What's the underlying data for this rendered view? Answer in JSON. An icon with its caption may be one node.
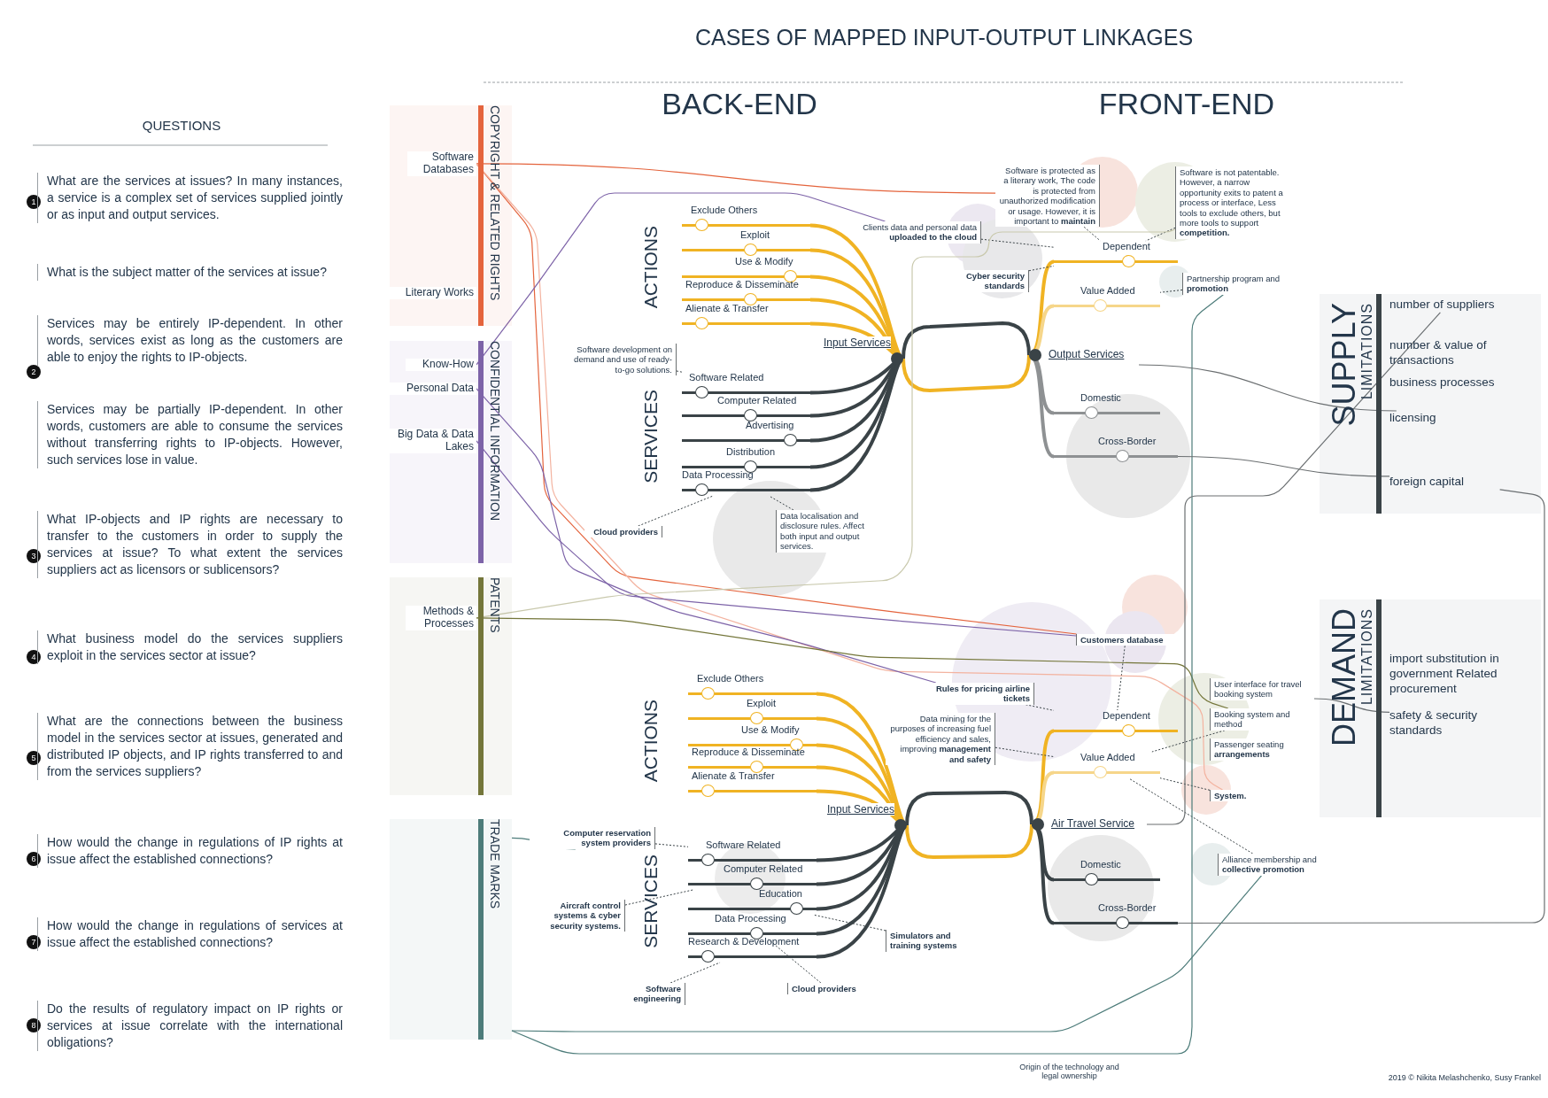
{
  "diagram": {
    "title": "CASES OF MAPPED INPUT-OUTPUT LINKAGES",
    "nodes": [
      {
        "text": [
          "COPYRIGHT & RELATED RIGHTS"
        ]
      },
      {
        "text": [
          "Software Databases"
        ],
        "in": 0
      },
      {
        "text": [
          "Literary Works"
        ],
        "in": 0
      },
      {
        "text": [
          "CONFIDENTIAL INFORMATION"
        ]
      },
      {
        "text": [
          "Know-How"
        ],
        "in": 3
      },
      {
        "text": [
          "Personal Data"
        ],
        "in": 3
      },
      {
        "text": [
          "Big Data & Data Lakes"
        ],
        "in": 3
      },
      {
        "text": [
          "PATENTS"
        ]
      },
      {
        "text": [
          "Methods & Processes"
        ],
        "in": 7
      },
      {
        "text": [
          "TRADE MARKS"
        ]
      },
      {
        "text": [
          "Exclude Others"
        ]
      },
      {
        "text": [
          "Exploit"
        ]
      },
      {
        "text": [
          "Use & Modify"
        ]
      },
      {
        "text": [
          "Reproduce & Disseminate"
        ]
      },
      {
        "text": [
          "Alienate & Transfer"
        ]
      },
      {
        "text": [
          "Software Related"
        ]
      },
      {
        "text": [
          "Computer Related"
        ]
      },
      {
        "text": [
          "Advertising"
        ]
      },
      {
        "text": [
          "Distribution"
        ]
      },
      {
        "text": [
          "Data Processing"
        ]
      },
      {
        "text": [
          "Input Services"
        ]
      },
      {
        "text": [
          "Output Services"
        ]
      },
      {
        "text": [
          "Dependent"
        ]
      },
      {
        "text": [
          "Value Added"
        ]
      },
      {
        "text": [
          "Domestic"
        ]
      },
      {
        "text": [
          "Cross-Border"
        ]
      },
      {
        "text": [
          "Software is protected as a literary work, The code is protected from unauthorized modification or usage. However, it is important to **maintain**"
        ]
      },
      {
        "text": [
          "Software is not patentable. However, a narrow opportunity exits to patent a process or interface, Less tools to exclude others, but more tools to support **competition.**"
        ]
      },
      {
        "text": [
          "Clients  data and personal data **uploaded to the cloud**"
        ]
      },
      {
        "text": [
          "Cyber security standards"
        ]
      },
      {
        "text": [
          "Partnership program and **promotion**"
        ]
      },
      {
        "text": [
          "Software development on demand and use of ready-to-go solutions."
        ]
      },
      {
        "text": [
          "Cloud providers"
        ]
      },
      {
        "text": [
          "Data localisation and disclosure rules. Affect both input and output services."
        ]
      },
      {
        "text": [
          "Exclude Others"
        ]
      },
      {
        "text": [
          "Exploit"
        ]
      },
      {
        "text": [
          "Use & Modify"
        ]
      },
      {
        "text": [
          "Reproduce & Disseminate"
        ]
      },
      {
        "text": [
          "Alienate & Transfer"
        ]
      },
      {
        "text": [
          "Software Related"
        ]
      },
      {
        "text": [
          "Computer Related"
        ]
      },
      {
        "text": [
          "Education"
        ]
      },
      {
        "text": [
          "Data Processing"
        ]
      },
      {
        "text": [
          "Research & Development"
        ]
      },
      {
        "text": [
          "Input Services"
        ]
      },
      {
        "text": [
          "Air Travel Service"
        ]
      },
      {
        "text": [
          "Dependent"
        ]
      },
      {
        "text": [
          "Value Added"
        ]
      },
      {
        "text": [
          "Domestic"
        ]
      },
      {
        "text": [
          "Cross-Border"
        ]
      },
      {
        "text": [
          "Computer reservation system providers"
        ]
      },
      {
        "text": [
          "Aircraft control systems & cyber security systems."
        ]
      },
      {
        "text": [
          "Simulators and training systems"
        ]
      },
      {
        "text": [
          "Cloud providers"
        ]
      },
      {
        "text": [
          "Software engineering"
        ]
      },
      {
        "text": [
          "Customers database"
        ]
      },
      {
        "text": [
          "Rules for pricing airline tickets"
        ]
      },
      {
        "text": [
          "Data mining for the purposes of increasing fuel efficiency and sales, improving **management and safety**"
        ]
      },
      {
        "text": [
          "User interface for travel booking system"
        ]
      },
      {
        "text": [
          "Booking system and method"
        ]
      },
      {
        "text": [
          "Passenger seating **arrangements**"
        ]
      },
      {
        "text": [
          "System."
        ]
      },
      {
        "text": [
          "Alliance membership and **collective promotion**"
        ]
      },
      {
        "text": [
          "SUPPLY",
          "LIMITATIONS"
        ]
      },
      {
        "text": [
          "number of suppliers"
        ],
        "in": 63
      },
      {
        "text": [
          "number & value of transactions"
        ],
        "in": 63
      },
      {
        "text": [
          "business processes"
        ],
        "in": 63
      },
      {
        "text": [
          "licensing"
        ],
        "in": 63
      },
      {
        "text": [
          "foreign capital"
        ],
        "in": 63
      },
      {
        "text": [
          "DEMAND",
          "LIMITATIONS"
        ]
      },
      {
        "text": [
          "import substitution in government Related procurement"
        ],
        "in": 69
      },
      {
        "text": [
          "safety & security standards"
        ],
        "in": 69
      }
    ],
    "edges": [
      {
        "from": 10,
        "to": 20,
        "arrow": "to",
        "style": "thick",
        "color": "#f0b323"
      },
      {
        "from": 11,
        "to": 20,
        "arrow": "to",
        "style": "thick",
        "color": "#f0b323"
      },
      {
        "from": 12,
        "to": 20,
        "arrow": "to",
        "style": "thick",
        "color": "#f0b323"
      },
      {
        "from": 13,
        "to": 20,
        "arrow": "to",
        "style": "thick",
        "color": "#f0b323"
      },
      {
        "from": 14,
        "to": 20,
        "arrow": "to",
        "style": "thick",
        "color": "#f0b323"
      },
      {
        "from": 15,
        "to": 20,
        "arrow": "to",
        "style": "thick"
      },
      {
        "from": 16,
        "to": 20,
        "arrow": "to",
        "style": "thick"
      },
      {
        "from": 17,
        "to": 20,
        "arrow": "to",
        "style": "thick"
      },
      {
        "from": 18,
        "to": 20,
        "arrow": "to",
        "style": "thick"
      },
      {
        "from": 19,
        "to": 20,
        "arrow": "to",
        "style": "thick"
      },
      {
        "from": 20,
        "to": 21,
        "arrow": "none",
        "style": "thick"
      },
      {
        "from": 20,
        "to": 21,
        "arrow": "none",
        "style": "thick",
        "color": "#f0b323"
      },
      {
        "from": 21,
        "to": 22,
        "arrow": "none",
        "style": "thick",
        "color": "#f0b323"
      },
      {
        "from": 21,
        "to": 23,
        "arrow": "none",
        "style": "thick",
        "color": "#f6d68a"
      },
      {
        "from": 21,
        "to": 24,
        "arrow": "none",
        "style": "thick",
        "color": "#8e9193"
      },
      {
        "from": 21,
        "to": 25,
        "arrow": "none",
        "style": "thick",
        "color": "#8e9193"
      },
      {
        "from": 34,
        "to": 44,
        "arrow": "to",
        "style": "thick",
        "color": "#f0b323"
      },
      {
        "from": 35,
        "to": 44,
        "arrow": "to",
        "style": "thick",
        "color": "#f0b323"
      },
      {
        "from": 36,
        "to": 44,
        "arrow": "to",
        "style": "thick",
        "color": "#f0b323"
      },
      {
        "from": 37,
        "to": 44,
        "arrow": "to",
        "style": "thick",
        "color": "#f0b323"
      },
      {
        "from": 38,
        "to": 44,
        "arrow": "to",
        "style": "thick",
        "color": "#f0b323"
      },
      {
        "from": 39,
        "to": 44,
        "arrow": "to",
        "style": "thick"
      },
      {
        "from": 40,
        "to": 44,
        "arrow": "to",
        "style": "thick"
      },
      {
        "from": 41,
        "to": 44,
        "arrow": "to",
        "style": "thick"
      },
      {
        "from": 42,
        "to": 44,
        "arrow": "to",
        "style": "thick"
      },
      {
        "from": 43,
        "to": 44,
        "arrow": "to",
        "style": "thick"
      },
      {
        "from": 44,
        "to": 45,
        "arrow": "none",
        "style": "thick"
      },
      {
        "from": 44,
        "to": 45,
        "arrow": "none",
        "style": "thick",
        "color": "#f0b323"
      },
      {
        "from": 45,
        "to": 46,
        "arrow": "none",
        "style": "thick",
        "color": "#f0b323"
      },
      {
        "from": 45,
        "to": 47,
        "arrow": "none",
        "style": "thick",
        "color": "#f6d68a"
      },
      {
        "from": 45,
        "to": 48,
        "arrow": "none",
        "style": "thick"
      },
      {
        "from": 45,
        "to": 49,
        "arrow": "none",
        "style": "thick"
      },
      {
        "from": 26,
        "to": 22,
        "arrow": "none",
        "style": "dashed"
      },
      {
        "from": 27,
        "to": 22,
        "arrow": "none",
        "style": "dashed"
      },
      {
        "from": 28,
        "to": 22,
        "arrow": "none",
        "style": "dashed"
      },
      {
        "from": 29,
        "to": 22,
        "arrow": "none",
        "style": "dashed"
      },
      {
        "from": 30,
        "to": 23,
        "arrow": "none",
        "style": "dashed"
      },
      {
        "from": 31,
        "to": 15,
        "arrow": "none",
        "style": "dashed"
      },
      {
        "from": 32,
        "to": 19,
        "arrow": "none",
        "style": "dashed"
      },
      {
        "from": 33,
        "to": 19,
        "arrow": "none",
        "style": "dashed"
      },
      {
        "from": 50,
        "to": 39,
        "arrow": "none",
        "style": "dashed"
      },
      {
        "from": 51,
        "to": 40,
        "arrow": "none",
        "style": "dashed"
      },
      {
        "from": 52,
        "to": 41,
        "arrow": "none",
        "style": "dashed"
      },
      {
        "from": 53,
        "to": 42,
        "arrow": "none",
        "style": "dashed"
      },
      {
        "from": 54,
        "to": 43,
        "arrow": "none",
        "style": "dashed"
      },
      {
        "from": 55,
        "to": 46,
        "arrow": "none",
        "style": "dashed"
      },
      {
        "from": 56,
        "to": 46,
        "arrow": "none",
        "style": "dashed"
      },
      {
        "from": 57,
        "to": 47,
        "arrow": "none",
        "style": "dashed"
      },
      {
        "from": 59,
        "to": 47,
        "arrow": "none",
        "style": "dashed"
      },
      {
        "from": 61,
        "to": 47,
        "arrow": "none",
        "style": "dashed"
      },
      {
        "from": 62,
        "to": 47,
        "arrow": "none",
        "style": "dashed"
      },
      {
        "from": 1,
        "to": 26,
        "arrow": "none",
        "color": "#e4643d"
      },
      {
        "from": 1,
        "to": 55,
        "arrow": "none",
        "color": "#e4643d"
      },
      {
        "from": 1,
        "to": 61,
        "arrow": "none",
        "color": "#f3b3a0"
      },
      {
        "from": 4,
        "to": 28,
        "arrow": "none",
        "color": "#7d63a8"
      },
      {
        "from": 5,
        "to": 56,
        "arrow": "none",
        "color": "#7d63a8"
      },
      {
        "from": 6,
        "to": 55,
        "arrow": "none",
        "color": "#7d63a8"
      },
      {
        "from": 8,
        "to": 27,
        "arrow": "none",
        "color": "#c9c9ad"
      },
      {
        "from": 8,
        "to": 59,
        "arrow": "none",
        "color": "#74763a"
      },
      {
        "from": 9,
        "to": 50,
        "arrow": "none",
        "color": "#4d7c7a"
      },
      {
        "from": 9,
        "to": 30,
        "arrow": "none",
        "color": "#4d7c7a"
      },
      {
        "from": 9,
        "to": 62,
        "arrow": "none",
        "color": "#4d7c7a"
      },
      {
        "from": 21,
        "to": 67,
        "arrow": "none",
        "color": "#6b6f71"
      },
      {
        "from": 25,
        "to": 68,
        "arrow": "none",
        "color": "#6b6f71"
      },
      {
        "from": 45,
        "to": 64,
        "arrow": "none",
        "color": "#6b6f71"
      },
      {
        "from": 49,
        "to": 68,
        "arrow": "none",
        "color": "#6b6f71"
      },
      {
        "from": 58,
        "to": 71,
        "arrow": "none",
        "color": "#6b6f71"
      }
    ],
    "labels": [
      "QUESTIONS",
      "1",
      "What are the services at issues? In many instances, a service is a complex set of services supplied jointly or as input and output services.",
      "2",
      "What is the subject matter of the services at issue?",
      "Services may be entirely IP-dependent. In other words, services exist as long as the customers are able to enjoy the rights to IP-objects.",
      "Services may be partially IP-dependent. In other words, customers are able to consume the services without transferring rights to IP-objects. However, such services lose in value.",
      "3",
      "What IP-objects and IP rights are necessary to transfer to the customers in order to supply the services at issue? To what extent the services suppliers act as licensors or sublicensors?",
      "4",
      "What business model do the services suppliers exploit in the services sector at issue?",
      "5",
      "What are the connections between the business model in the services sector at issues, generated and distributed IP objects, and IP rights transferred to and from the services suppliers?",
      "6",
      "How would the change in regulations of IP rights at issue affect the established connections?",
      "7",
      "How would the change in regulations of services at issue affect the established connections?",
      "8",
      "Do the results of regulatory impact on IP rights or services at issue correlate with the international obligations?",
      "BACK-END",
      "FRONT-END",
      "ACTIONS",
      "SERVICES",
      "ACTIONS",
      "SERVICES",
      "Origin of the technology and legal ownership",
      "2019 © Nikita Melashchenko, Susy Frankel"
    ]
  }
}
